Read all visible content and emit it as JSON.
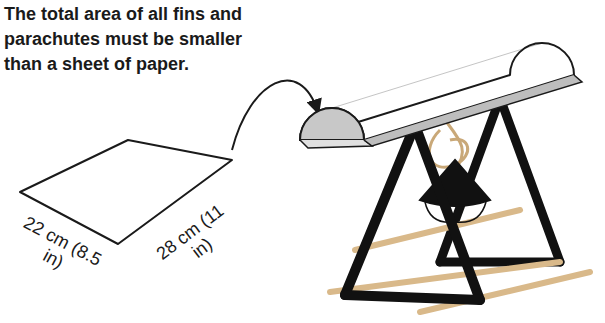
{
  "diagram": {
    "labels": [
      "The total area of all fins and parachutes must be smaller than a sheet of paper.",
      "22 cm (8.5 in)",
      "28 cm (11 in)"
    ]
  }
}
